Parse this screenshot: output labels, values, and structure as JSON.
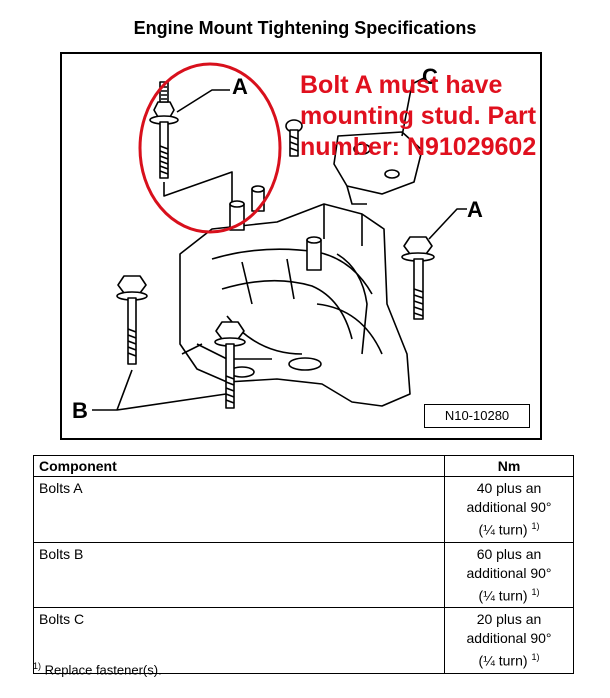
{
  "title": "Engine Mount Tightening Specifications",
  "figure": {
    "callouts": {
      "a_top": "A",
      "c_top": "C",
      "a_right": "A",
      "b_left": "B"
    },
    "reference": "N10-10280",
    "annotation_lines": [
      "Bolt A must have",
      "mounting stud. Part",
      "number: N91029602"
    ],
    "colors": {
      "annotation": "#e0101e",
      "circle": "#d8101c"
    }
  },
  "table": {
    "headers": {
      "component": "Component",
      "nm": "Nm"
    },
    "rows": [
      {
        "component": "Bolts A",
        "nm_line1": "40 plus an",
        "nm_line2": "additional 90°",
        "nm_line3": "(¼ turn)",
        "footnote": "1)"
      },
      {
        "component": "Bolts B",
        "nm_line1": "60 plus an",
        "nm_line2": "additional 90°",
        "nm_line3": "(¼ turn)",
        "footnote": "1)"
      },
      {
        "component": "Bolts C",
        "nm_line1": "20 plus an",
        "nm_line2": "additional 90°",
        "nm_line3": "(¼ turn)",
        "footnote": "1)"
      }
    ]
  },
  "footnote": {
    "marker": "1)",
    "text": "Replace fastener(s)."
  }
}
